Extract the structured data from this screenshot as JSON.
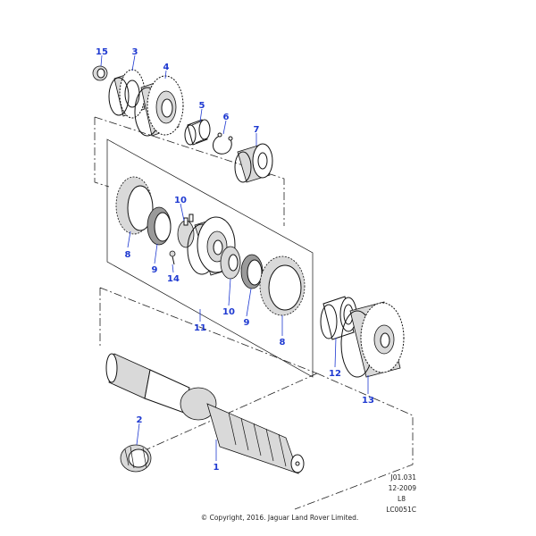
{
  "diagram": {
    "callouts": [
      "15",
      "3",
      "4",
      "5",
      "6",
      "7",
      "10",
      "8",
      "9",
      "14",
      "10",
      "9",
      "11",
      "8",
      "12",
      "13",
      "2",
      "1"
    ],
    "reference": {
      "code": "J01.031",
      "date": "12-2009",
      "model": "L8",
      "catalog_id": "LC0051C"
    },
    "copyright": "© Copyright, 2016. Jaguar Land Rover Limited."
  }
}
